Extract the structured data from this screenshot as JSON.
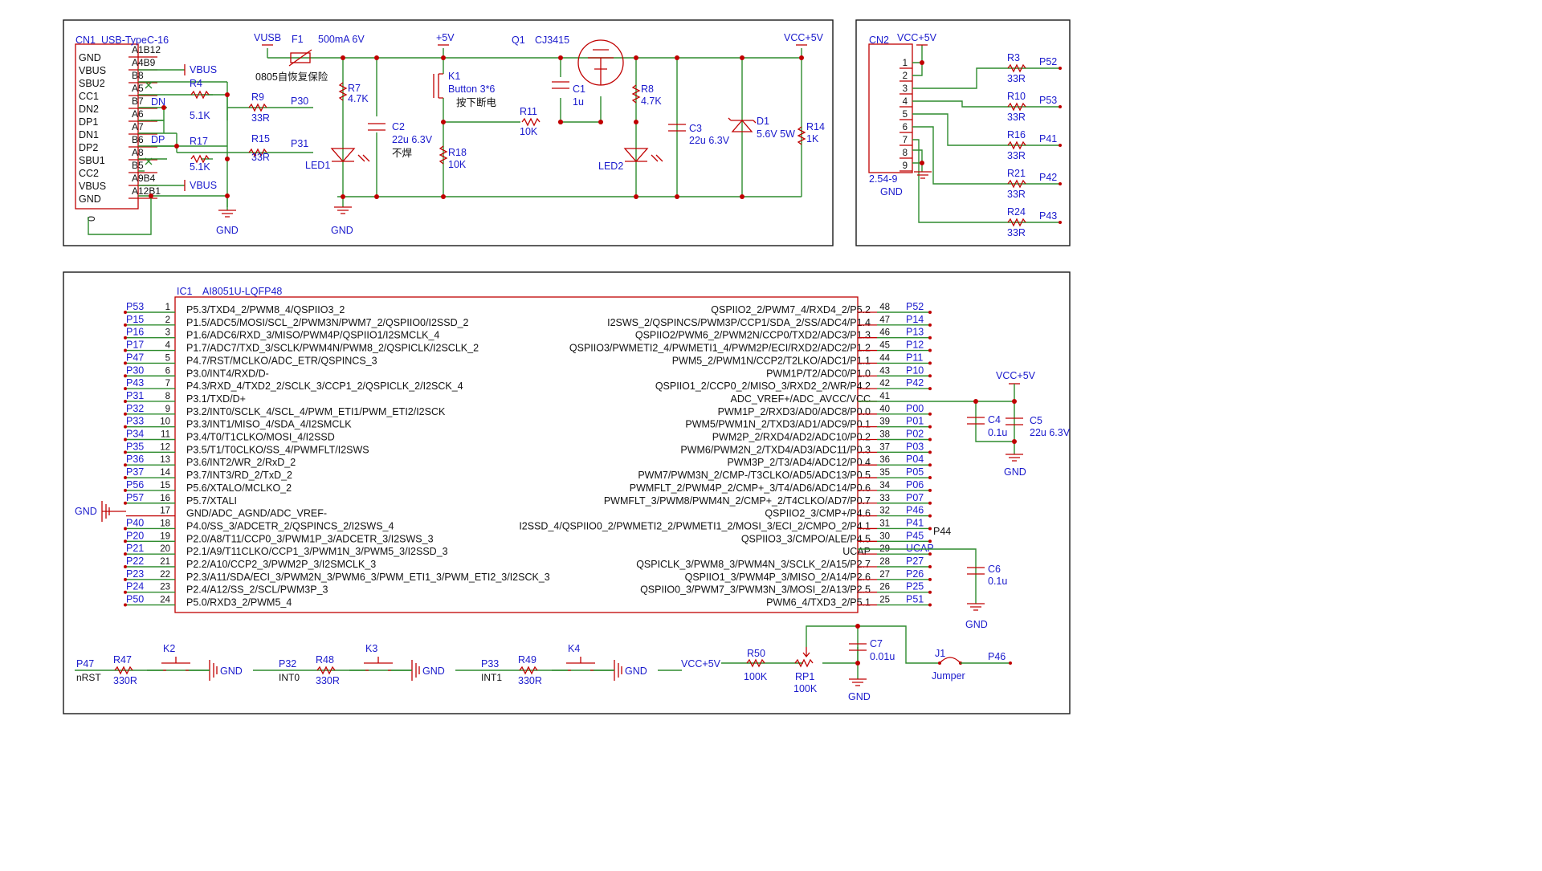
{
  "usb": {
    "ref": "CN1",
    "part": "USB-TypeC-16",
    "pins": [
      "GND",
      "VBUS",
      "SBU2",
      "CC1",
      "DN2",
      "DP1",
      "DN1",
      "DP2",
      "SBU1",
      "CC2",
      "VBUS",
      "GND"
    ],
    "codes": [
      "A1B12",
      "A4B9",
      "B8",
      "A5",
      "B7",
      "A6",
      "A7",
      "B6",
      "A8",
      "B5",
      "A9B4",
      "A12B1"
    ],
    "zero": "0",
    "dn": "DN",
    "dp": "DP",
    "vbus": "VBUS",
    "gnd": "GND"
  },
  "power": {
    "vusb": "VUSB",
    "fuse_ref": "F1",
    "fuse_val": "500mA 6V",
    "fuse_note": "0805自恢复保险",
    "r4": "R4",
    "r4v": "5.1K",
    "r9": "R9",
    "r9v": "33R",
    "p30": "P30",
    "r15": "R15",
    "r15v": "33R",
    "p31": "P31",
    "r17": "R17",
    "r17v": "5.1K",
    "r7": "R7",
    "r7v": "4.7K",
    "led1": "LED1",
    "gnd": "GND",
    "c2": "C2",
    "c2v": "22u 6.3V",
    "c2n": "不焊",
    "plus5": "+5V",
    "k1": "K1",
    "k1v": "Button 3*6",
    "k1n": "按下断电",
    "r18": "R18",
    "r18v": "10K",
    "r11": "R11",
    "r11v": "10K",
    "q1": "Q1",
    "q1v": "CJ3415",
    "c1": "C1",
    "c1v": "1u",
    "r8": "R8",
    "r8v": "4.7K",
    "led2": "LED2",
    "c3": "C3",
    "c3v": "22u 6.3V",
    "d1": "D1",
    "d1v": "5.6V 5W",
    "vcc": "VCC+5V",
    "r14": "R14",
    "r14v": "1K"
  },
  "header": {
    "ref": "CN2",
    "vcc": "VCC+5V",
    "pins": [
      "1",
      "2",
      "3",
      "4",
      "5",
      "6",
      "7",
      "8",
      "9"
    ],
    "part": "2.54-9",
    "gnd": "GND",
    "res": [
      {
        "ref": "R3",
        "val": "33R",
        "net": "P52"
      },
      {
        "ref": "R10",
        "val": "33R",
        "net": "P53"
      },
      {
        "ref": "R16",
        "val": "33R",
        "net": "P41"
      },
      {
        "ref": "R21",
        "val": "33R",
        "net": "P42"
      },
      {
        "ref": "R24",
        "val": "33R",
        "net": "P43"
      }
    ]
  },
  "mcu": {
    "ref": "IC1",
    "part": "AI8051U-LQFP48",
    "left": [
      {
        "n": "1",
        "net": "P53",
        "f": "P5.3/TXD4_2/PWM8_4/QSPIIO3_2"
      },
      {
        "n": "2",
        "net": "P15",
        "f": "P1.5/ADC5/MOSI/SCL_2/PWM3N/PWM7_2/QSPIIO0/I2SSD_2"
      },
      {
        "n": "3",
        "net": "P16",
        "f": "P1.6/ADC6/RXD_3/MISO/PWM4P/QSPIIO1/I2SMCLK_4"
      },
      {
        "n": "4",
        "net": "P17",
        "f": "P1.7/ADC7/TXD_3/SCLK/PWM4N/PWM8_2/QSPICLK/I2SCLK_2"
      },
      {
        "n": "5",
        "net": "P47",
        "f": "P4.7/RST/MCLKO/ADC_ETR/QSPINCS_3"
      },
      {
        "n": "6",
        "net": "P30",
        "f": "P3.0/INT4/RXD/D-"
      },
      {
        "n": "7",
        "net": "P43",
        "f": "P4.3/RXD_4/TXD2_2/SCLK_3/CCP1_2/QSPICLK_2/I2SCK_4"
      },
      {
        "n": "8",
        "net": "P31",
        "f": "P3.1/TXD/D+"
      },
      {
        "n": "9",
        "net": "P32",
        "f": "P3.2/INT0/SCLK_4/SCL_4/PWM_ETI1/PWM_ETI2/I2SCK"
      },
      {
        "n": "10",
        "net": "P33",
        "f": "P3.3/INT1/MISO_4/SDA_4/I2SMCLK"
      },
      {
        "n": "11",
        "net": "P34",
        "f": "P3.4/T0/T1CLKO/MOSI_4/I2SSD"
      },
      {
        "n": "12",
        "net": "P35",
        "f": "P3.5/T1/T0CLKO/SS_4/PWMFLT/I2SWS"
      },
      {
        "n": "13",
        "net": "P36",
        "f": "P3.6/INT2/WR_2/RxD_2"
      },
      {
        "n": "14",
        "net": "P37",
        "f": "P3.7/INT3/RD_2/TxD_2"
      },
      {
        "n": "15",
        "net": "P56",
        "f": "P5.6/XTALO/MCLKO_2"
      },
      {
        "n": "16",
        "net": "P57",
        "f": "P5.7/XTALI"
      },
      {
        "n": "17",
        "net": "",
        "f": "GND/ADC_AGND/ADC_VREF-"
      },
      {
        "n": "18",
        "net": "P40",
        "f": "P4.0/SS_3/ADCETR_2/QSPINCS_2/I2SWS_4"
      },
      {
        "n": "19",
        "net": "P20",
        "f": "P2.0/A8/T11/CCP0_3/PWM1P_3/ADCETR_3/I2SWS_3"
      },
      {
        "n": "20",
        "net": "P21",
        "f": "P2.1/A9/T11CLKO/CCP1_3/PWM1N_3/PWM5_3/I2SSD_3"
      },
      {
        "n": "21",
        "net": "P22",
        "f": "P2.2/A10/CCP2_3/PWM2P_3/I2SMCLK_3"
      },
      {
        "n": "22",
        "net": "P23",
        "f": "P2.3/A11/SDA/ECI_3/PWM2N_3/PWM6_3/PWM_ETI1_3/PWM_ETI2_3/I2SCK_3"
      },
      {
        "n": "23",
        "net": "P24",
        "f": "P2.4/A12/SS_2/SCL/PWM3P_3"
      },
      {
        "n": "24",
        "net": "P50",
        "f": "P5.0/RXD3_2/PWM5_4"
      }
    ],
    "right": [
      {
        "n": "48",
        "net": "P52",
        "f": "QSPIIO2_2/PWM7_4/RXD4_2/P5.2"
      },
      {
        "n": "47",
        "net": "P14",
        "f": "I2SWS_2/QSPINCS/PWM3P/CCP1/SDA_2/SS/ADC4/P1.4"
      },
      {
        "n": "46",
        "net": "P13",
        "f": "QSPIIO2/PWM6_2/PWM2N/CCP0/TXD2/ADC3/P1.3"
      },
      {
        "n": "45",
        "net": "P12",
        "f": "QSPIIO3/PWMETI2_4/PWMETI1_4/PWM2P/ECI/RXD2/ADC2/P1.2"
      },
      {
        "n": "44",
        "net": "P11",
        "f": "PWM5_2/PWM1N/CCP2/T2LKO/ADC1/P1.1"
      },
      {
        "n": "43",
        "net": "P10",
        "f": "PWM1P/T2/ADC0/P1.0"
      },
      {
        "n": "42",
        "net": "P42",
        "f": "QSPIIO1_2/CCP0_2/MISO_3/RXD2_2/WR/P4.2"
      },
      {
        "n": "41",
        "net": "",
        "f": "ADC_VREF+/ADC_AVCC/VCC"
      },
      {
        "n": "40",
        "net": "P00",
        "f": "PWM1P_2/RXD3/AD0/ADC8/P0.0"
      },
      {
        "n": "39",
        "net": "P01",
        "f": "PWM5/PWM1N_2/TXD3/AD1/ADC9/P0.1"
      },
      {
        "n": "38",
        "net": "P02",
        "f": "PWM2P_2/RXD4/AD2/ADC10/P0.2"
      },
      {
        "n": "37",
        "net": "P03",
        "f": "PWM6/PWM2N_2/TXD4/AD3/ADC11/P0.3"
      },
      {
        "n": "36",
        "net": "P04",
        "f": "PWM3P_2/T3/AD4/ADC12/P0.4"
      },
      {
        "n": "35",
        "net": "P05",
        "f": "PWM7/PWM3N_2/CMP-/T3CLKO/AD5/ADC13/P0.5"
      },
      {
        "n": "34",
        "net": "P06",
        "f": "PWMFLT_2/PWM4P_2/CMP+_3/T4/AD6/ADC14/P0.6"
      },
      {
        "n": "33",
        "net": "P07",
        "f": "PWMFLT_3/PWM8/PWM4N_2/CMP+_2/T4CLKO/AD7/P0.7"
      },
      {
        "n": "32",
        "net": "P46",
        "f": "QSPIIO2_3/CMP+/P4.6"
      },
      {
        "n": "31",
        "net": "P41",
        "f": "I2SSD_4/QSPIIO0_2/PWMETI2_2/PWMETI1_2/MOSI_3/ECI_2/CMPO_2/P4.1"
      },
      {
        "n": "30",
        "net": "P45",
        "f": "QSPIIO3_3/CMPO/ALE/P4.5"
      },
      {
        "n": "29",
        "net": "UCAP",
        "f": "UCAP"
      },
      {
        "n": "28",
        "net": "P27",
        "f": "QSPICLK_3/PWM8_3/PWM4N_3/SCLK_2/A15/P2.7"
      },
      {
        "n": "27",
        "net": "P26",
        "f": "QSPIIO1_3/PWM4P_3/MISO_2/A14/P2.6"
      },
      {
        "n": "26",
        "net": "P25",
        "f": "QSPIIO0_3/PWM7_3/PWM3N_3/MOSI_2/A13/P2.5"
      },
      {
        "n": "25",
        "net": "P51",
        "f": "PWM6_4/TXD3_2/P5.1"
      }
    ],
    "gnd": "GND",
    "p44": "P44",
    "vcc": "VCC+5V",
    "c4": "C4",
    "c4v": "0.1u",
    "c5": "C5",
    "c5v": "22u 6.3V",
    "c6": "C6",
    "c6v": "0.1u"
  },
  "bottom": {
    "gnd": "GND",
    "keys": [
      {
        "net": "P47",
        "sig": "nRST",
        "r": "R47",
        "rv": "330R",
        "k": "K2"
      },
      {
        "net": "P32",
        "sig": "INT0",
        "r": "R48",
        "rv": "330R",
        "k": "K3"
      },
      {
        "net": "P33",
        "sig": "INT1",
        "r": "R49",
        "rv": "330R",
        "k": "K4"
      }
    ],
    "vcc": "VCC+5V",
    "r50": "R50",
    "r50v": "100K",
    "rp1": "RP1",
    "rp1v": "100K",
    "c7": "C7",
    "c7v": "0.01u",
    "j1": "J1",
    "j1v": "Jumper",
    "p46": "P46"
  }
}
